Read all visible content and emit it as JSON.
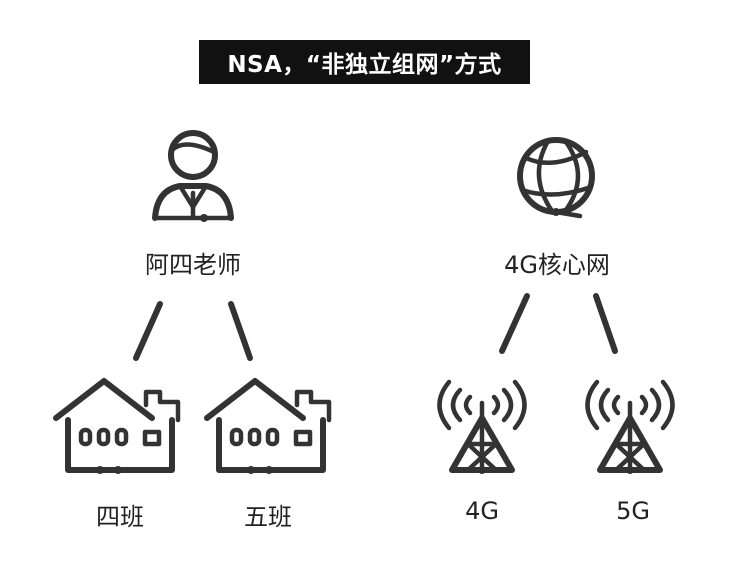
{
  "title": "NSA，“非独立组网”方式",
  "nodes": {
    "teacher": "阿四老师",
    "core": "4G核心网",
    "class4": "四班",
    "class5": "五班",
    "lte": "4G",
    "nr": "5G"
  },
  "icons": {
    "teacher": "person-icon",
    "core": "globe-icon",
    "class4": "house-icon",
    "class5": "house-icon",
    "lte": "cell-tower-icon",
    "nr": "cell-tower-icon"
  }
}
